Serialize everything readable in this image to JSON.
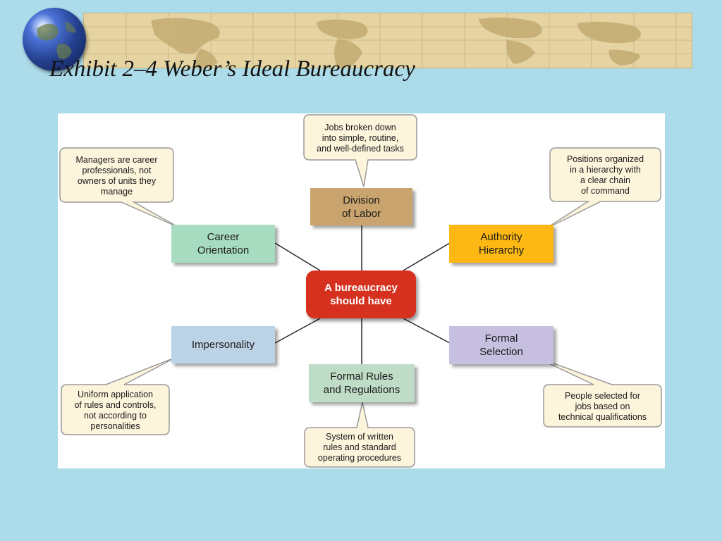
{
  "slide": {
    "title": "Exhibit 2–4  Weber’s Ideal Bureaucracy"
  },
  "diagram": {
    "center": "A bureaucracy\nshould have",
    "concepts": {
      "division": "Division\nof Labor",
      "authority": "Authority\nHierarchy",
      "selection": "Formal\nSelection",
      "rules": "Formal Rules\nand Regulations",
      "impersonality": "Impersonality",
      "career": "Career\nOrientation"
    },
    "callouts": {
      "division": "Jobs broken down\ninto simple, routine,\nand well-defined tasks",
      "authority": "Positions organized\nin a hierarchy with\na clear chain\nof command",
      "selection": "People selected for\njobs based on\ntechnical qualifications",
      "rules": "System of written\nrules and standard\noperating procedures",
      "impersonality": "Uniform application\nof rules and controls,\nnot according to\npersonalities",
      "career": "Managers are career\nprofessionals, not\nowners of units they\nmanage"
    },
    "colors": {
      "division": "#c9a46e",
      "authority": "#fdb813",
      "selection": "#c7bfe0",
      "rules": "#bfdcc7",
      "impersonality": "#bcd3e6",
      "career": "#a8dcc1",
      "center": "#d6311f",
      "callout_fill": "#fdf4dc",
      "callout_border": "#9a9a9a"
    }
  }
}
